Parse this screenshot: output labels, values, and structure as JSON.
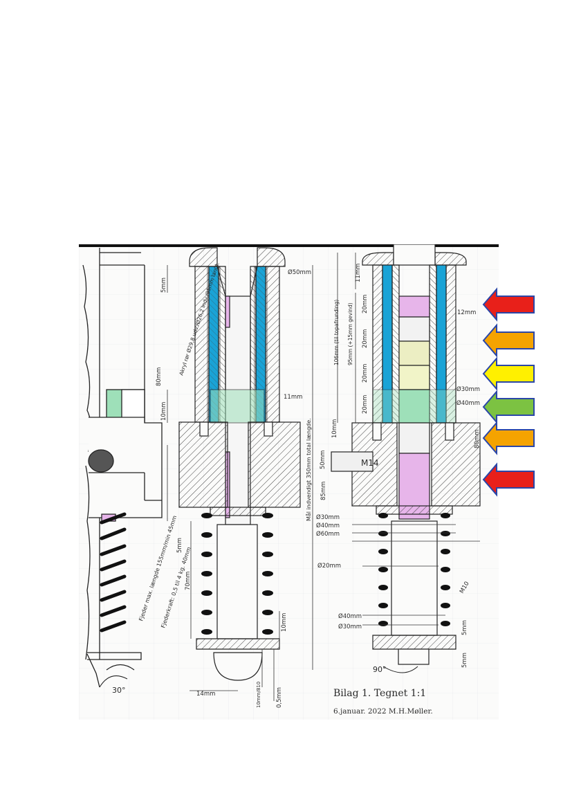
{
  "sheet": {
    "labels": {
      "d50": "Ø50mm",
      "top_5mm": "5mm",
      "pipe_text": "Akryl rør Ø29,8 udv./Ø26,2 indv./95mm langt.",
      "dim_80": "80mm",
      "dim_10": "10mm",
      "dim_11": "11mm",
      "total": "Mål indvendigt 350mm total længde.",
      "dim_50": "50mm",
      "m14": "M14",
      "dim_85": "85mm",
      "d30": "Ø30mm",
      "d40": "Ø40mm",
      "d60": "Ø60mm",
      "d20": "Ø20mm",
      "d40b": "Ø40mm",
      "d30b": "Ø30mm",
      "dim_5": "5mm",
      "dim_70": "70mm",
      "dim_10b": "10mm",
      "dim_14": "14mm",
      "dim_10810": "10mm/810",
      "dim_05": "0,5mm",
      "spring1": "Fjeder max. længde 155mm/min 45mm",
      "spring2": "Fjederkraft: 0,5 til 4 kg.  40mm",
      "angle30": "30°",
      "angle90": "90°",
      "r106": "106mm (til topafrunding)",
      "r95": "95mm (+15mm gevind)",
      "r11": "11mm",
      "r20a": "20mm",
      "r20b": "20mm",
      "r20c": "20mm",
      "r20d": "20mm",
      "r12": "12mm",
      "rd30": "Ø30mm",
      "rd40": "Ø40mm",
      "r10": "10mm",
      "r80": "80mm",
      "rm10": "M10",
      "r5a": "5mm",
      "r5b": "5mm",
      "footer1": "Bilag 1.   Tegnet 1:1",
      "footer2": "6.januar. 2022   M.H.Møller."
    },
    "arrows": [
      {
        "color": "#e8201a",
        "name": "red"
      },
      {
        "color": "#f5a300",
        "name": "orange"
      },
      {
        "color": "#fff000",
        "name": "yellow"
      },
      {
        "color": "#7cc242",
        "name": "green"
      },
      {
        "color": "#f5a300",
        "name": "orange"
      },
      {
        "color": "#e8201a",
        "name": "red"
      }
    ],
    "colors": {
      "cyan": "#1aa3d6",
      "pink": "#e7b5ea",
      "green": "#9ee0b9",
      "yellow": "#f1f4c8",
      "arrow_outline": "#2a46a8"
    }
  }
}
